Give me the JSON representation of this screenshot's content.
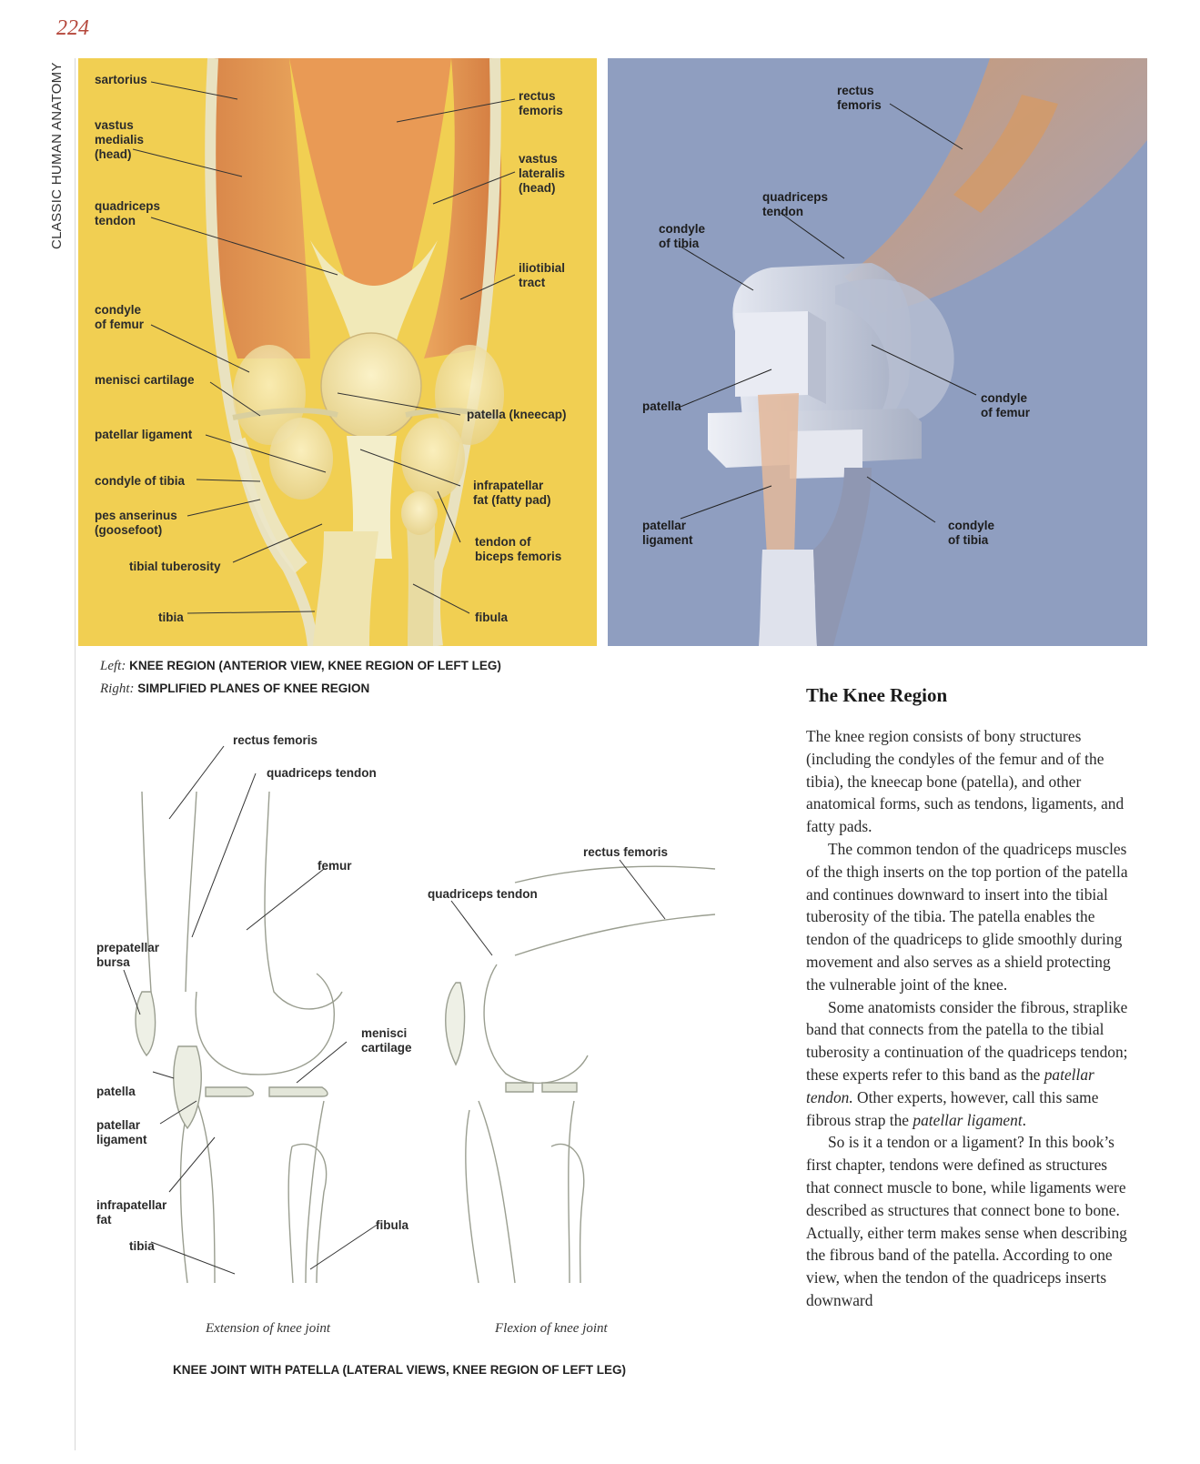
{
  "page_number": "224",
  "running_head": "CLASSIC HUMAN ANATOMY",
  "left_panel_labels": {
    "sartorius": "sartorius",
    "rectus_femoris": "rectus\nfemoris",
    "vastus_medialis": "vastus\nmedialis\n(head)",
    "vastus_lateralis": "vastus\nlateralis\n(head)",
    "quadriceps_tendon": "quadriceps\ntendon",
    "iliotibial_tract": "iliotibial\ntract",
    "condyle_of_femur": "condyle\nof femur",
    "menisci_cartilage": "menisci cartilage",
    "patella": "patella (kneecap)",
    "patellar_ligament": "patellar ligament",
    "condyle_of_tibia": "condyle of tibia",
    "infrapatellar_fat": "infrapatellar\nfat (fatty pad)",
    "pes_anserinus": "pes anserinus\n(goosefoot)",
    "tendon_biceps": "tendon of\nbiceps femoris",
    "tibial_tuberosity": "tibial tuberosity",
    "tibia": "tibia",
    "fibula": "fibula"
  },
  "right_panel_labels": {
    "rectus_femoris": "rectus\nfemoris",
    "quadriceps_tendon": "quadriceps\ntendon",
    "condyle_of_tibia_top": "condyle\nof tibia",
    "patella": "patella",
    "condyle_of_femur": "condyle\nof femur",
    "patellar_ligament": "patellar\nligament",
    "condyle_of_tibia": "condyle\nof tibia"
  },
  "figure_caption": {
    "left_prefix": "Left:",
    "left_text": "KNEE REGION (ANTERIOR VIEW, KNEE REGION OF LEFT LEG)",
    "right_prefix": "Right:",
    "right_text": "SIMPLIFIED PLANES OF KNEE REGION"
  },
  "sketch_labels": {
    "rectus_femoris": "rectus femoris",
    "quadriceps_tendon": "quadriceps tendon",
    "femur": "femur",
    "prepatellar_bursa": "prepatellar\nbursa",
    "menisci_cartilage": "menisci\ncartilage",
    "patella": "patella",
    "patellar_ligament": "patellar\nligament",
    "infrapatellar_fat": "infrapatellar\nfat",
    "tibia": "tibia",
    "fibula": "fibula",
    "flex_rectus_femoris": "rectus femoris",
    "flex_quadriceps_tendon": "quadriceps tendon"
  },
  "sketch_subcaptions": {
    "extension": "Extension of knee joint",
    "flexion": "Flexion of knee joint"
  },
  "bottom_caption": "KNEE JOINT WITH PATELLA (LATERAL VIEWS, KNEE REGION OF LEFT LEG)",
  "article": {
    "title": "The Knee Region",
    "p1": "The knee region consists of bony structures (including the condyles of the femur and of the tibia), the kneecap bone (patella), and other anatomical forms, such as tendons, ligaments, and fatty pads.",
    "p2": "The common tendon of the quadriceps muscles of the thigh inserts on the top portion of the patella and continues downward to insert into the tibial tuberosity of the tibia. The patella enables the tendon of the quadriceps to glide smoothly during movement and also serves as a shield protecting the vulnerable joint of the knee.",
    "p3_a": "Some anatomists consider the fibrous, straplike band that connects from the patella to the tibial tuberosity a continuation of the quadriceps tendon; these experts refer to this band as the ",
    "p3_em1": "patellar tendon.",
    "p3_b": " Other experts, however, call this same fibrous strap the ",
    "p3_em2": "patellar ligament",
    "p3_c": ".",
    "p4": "So is it a tendon or a ligament? In this book’s first chapter, tendons were defined as structures that connect muscle to bone, while ligaments were described as structures that connect bone to bone. Actually, either term makes sense when describing the fibrous band of the patella. According to one view, when the tendon of the quadriceps inserts downward"
  }
}
